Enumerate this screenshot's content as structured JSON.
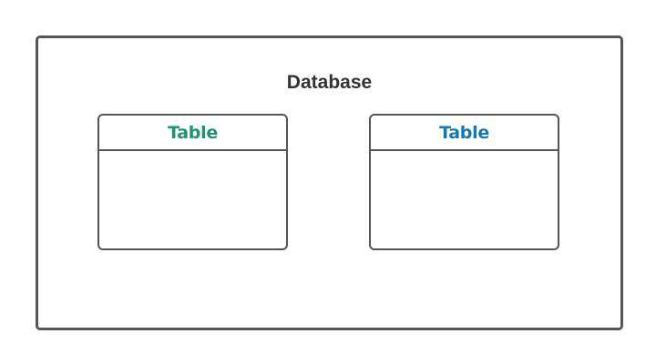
{
  "database": {
    "title": "Database"
  },
  "tables": [
    {
      "title": "Table",
      "color": "#1e9473"
    },
    {
      "title": "Table",
      "color": "#1479b3"
    }
  ]
}
